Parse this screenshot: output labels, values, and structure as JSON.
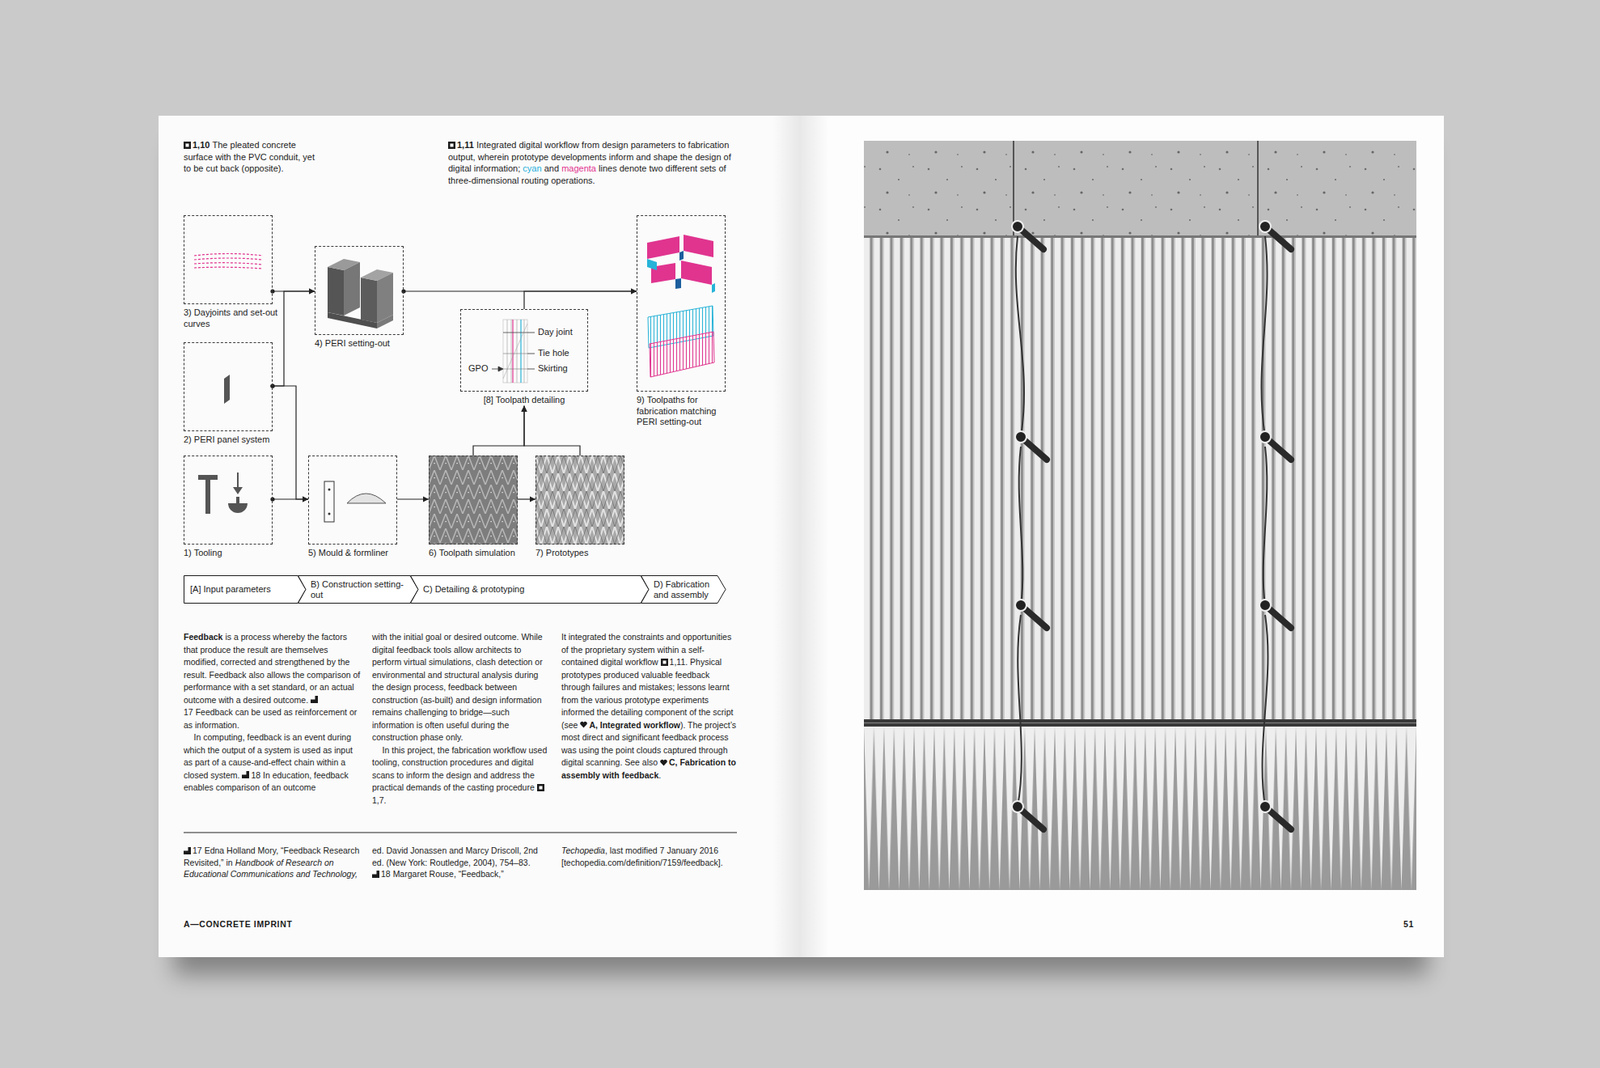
{
  "diagram": {
    "nodes": [
      {
        "text": [
          "3) Dayjoints and set-out curves"
        ]
      },
      {
        "text": [
          "2) PERI panel system"
        ]
      },
      {
        "text": [
          "1) Tooling"
        ]
      },
      {
        "text": [
          "4) PERI setting-out"
        ]
      },
      {
        "text": [
          "5) Mould & formliner"
        ]
      },
      {
        "text": [
          "6) Toolpath simulation"
        ]
      },
      {
        "text": [
          "7) Prototypes"
        ]
      },
      {
        "text": [
          "[8] Toolpath detailing",
          "Day joint",
          "Tie hole",
          "Skirting",
          "GPO"
        ]
      },
      {
        "text": [
          "9) Toolpaths for fabrication matching PERI setting-out"
        ]
      },
      {
        "text": [
          "[A] Input parameters"
        ]
      },
      {
        "text": [
          "B) Construction setting-out"
        ]
      },
      {
        "text": [
          "C) Detailing & prototyping"
        ]
      },
      {
        "text": [
          "D) Fabrication and assembly"
        ]
      }
    ],
    "edges": [
      {
        "from": 0,
        "to": 3,
        "arrow": "to"
      },
      {
        "from": 1,
        "to": 3,
        "arrow": "to"
      },
      {
        "from": 1,
        "to": 4,
        "arrow": "to"
      },
      {
        "from": 2,
        "to": 4,
        "arrow": "to"
      },
      {
        "from": 3,
        "to": 8,
        "arrow": "to"
      },
      {
        "from": 4,
        "to": 5,
        "arrow": "to"
      },
      {
        "from": 5,
        "to": 6,
        "arrow": "to"
      },
      {
        "from": 5,
        "to": 7,
        "arrow": "to"
      },
      {
        "from": 6,
        "to": 7,
        "arrow": "to"
      },
      {
        "from": 7,
        "to": 8,
        "arrow": "to"
      }
    ],
    "labels": [
      "1,10",
      "The pleated concrete surface with the PVC conduit, yet to be cut back (opposite).",
      "1,11",
      "Integrated digital workflow from design parameters to fabrication output, wherein prototype developments inform and shape the design of digital information;",
      "cyan",
      "and",
      "magenta",
      "lines denote two different sets of three-dimensional routing operations.",
      "Feedback",
      "is a process whereby the factors that produce the result are themselves modified, corrected and strengthened by the result. Feedback also allows the comparison of performance with a set standard, or an actual outcome with a desired outcome.",
      "17",
      "Feedback can be used as reinforcement or as information.",
      "In computing, feedback is an event during which the output of a system is used as input as part of a cause-and-effect chain within a closed system.",
      "18",
      "In education, feedback enables comparison of an outcome",
      "with the initial goal or desired outcome. While digital feedback tools allow architects to perform virtual simulations, clash detection or environmental and structural analysis during the design process, feedback between construction (as-built) and design information remains challenging to bridge—such information is often useful during the construction phase only.",
      "In this project, the fabrication workflow used tooling, construction procedures and digital scans to inform the design and address the practical demands of the casting procedure",
      "1,7.",
      "It integrated the constraints and opportunities of the proprietary system within a self-contained digital workflow",
      "1,11.",
      "Physical prototypes produced valuable feedback through failures and mistakes; lessons learnt from the various prototype experiments informed the detailing component of the script (see",
      "A, Integrated workflow",
      "). The project’s most direct and significant feedback process was using the point clouds captured through digital scanning. See also",
      "C, Fabrication to assembly with feedback",
      ".",
      "17",
      "Edna Holland Mory, “Feedback Research Revisited,” in",
      "Handbook of Research on Educational Communications and Technology,",
      "ed. David Jonassen and Marcy Driscoll, 2nd ed. (New York: Routledge, 2004), 754–83.",
      "18",
      "Margaret Rouse, “Feedback,”",
      "Techopedia",
      ", last modified 7 January 2016 [techopedia.com/definition/7159/feedback].",
      "A—CONCRETE IMPRINT",
      "51"
    ]
  }
}
